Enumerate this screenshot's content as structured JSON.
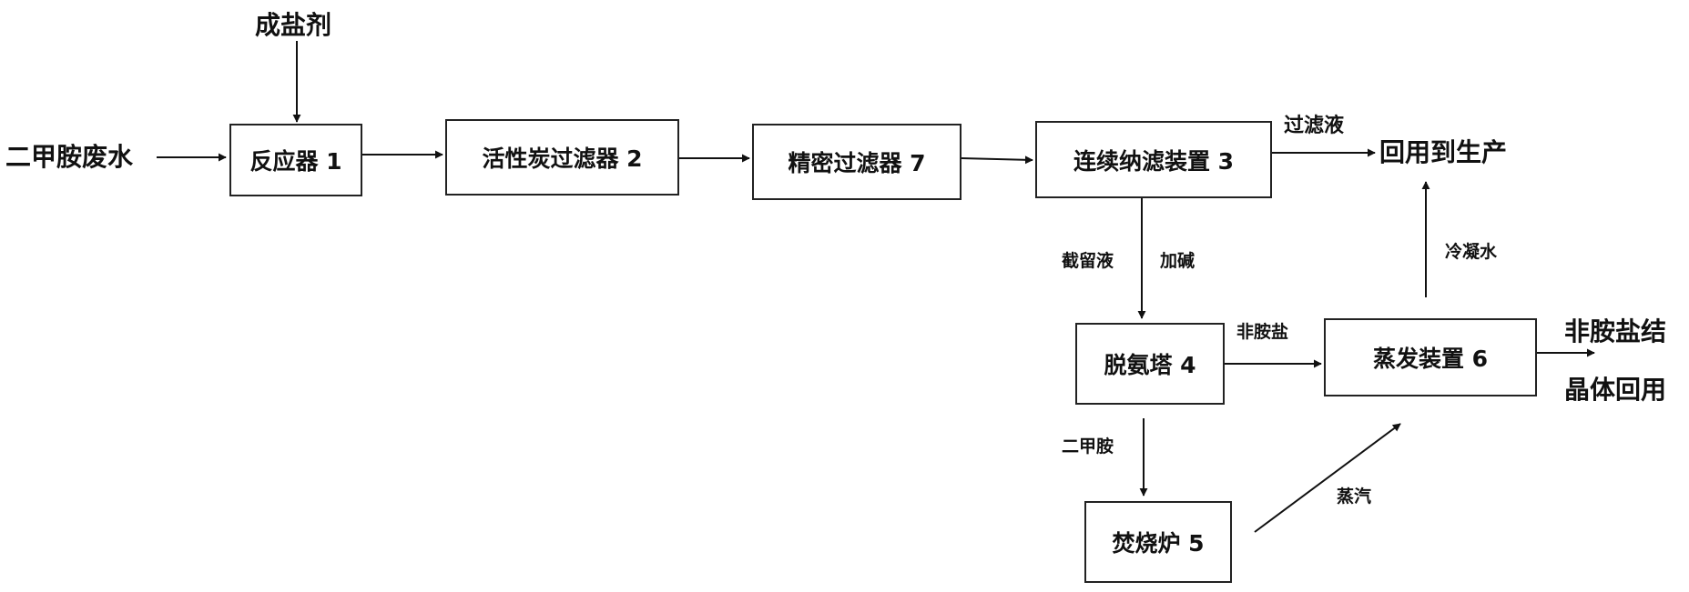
{
  "inputs": {
    "salt_agent": "成盐剂",
    "wastewater": "二甲胺废水"
  },
  "nodes": {
    "reactor": "反应器 1",
    "carbon_filter": "活性炭过滤器 2",
    "precision_filter": "精密过滤器 7",
    "nanofiltration": "连续纳滤装置 3",
    "deammonia_tower": "脱氨塔 4",
    "incinerator": "焚烧炉 5",
    "evaporator": "蒸发装置 6"
  },
  "outputs": {
    "reuse_production": "回用到生产",
    "crystal_line1": "非胺盐结",
    "crystal_line2": "晶体回用"
  },
  "edge_labels": {
    "filtrate": "过滤液",
    "retentate": "截留液",
    "add_alkali": "加碱",
    "non_amine_salt": "非胺盐",
    "dimethylamine": "二甲胺",
    "steam": "蒸汽",
    "condensate": "冷凝水"
  }
}
